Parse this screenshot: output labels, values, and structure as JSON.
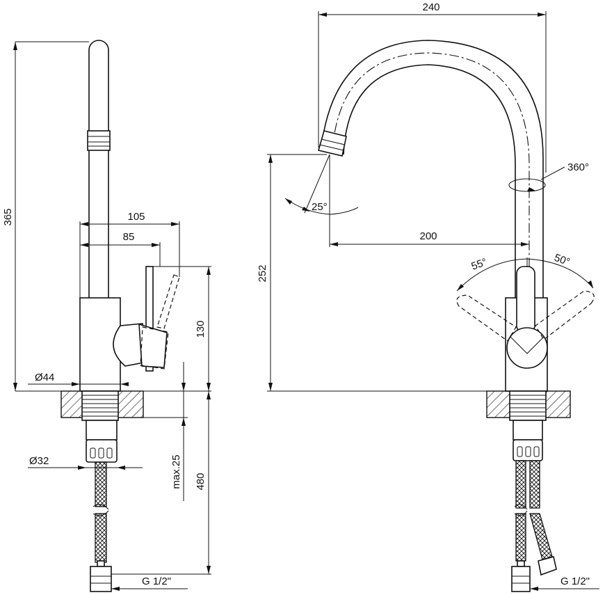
{
  "dimensions": {
    "height_total": "365",
    "spout_reach_side": "105",
    "handle_reach_side": "85",
    "body_height": "130",
    "base_diameter": "Ø44",
    "hose_diameter": "Ø32",
    "max_thickness": "max.25",
    "hose_length": "480",
    "thread_left": "G 1/2\"",
    "spout_width": "240",
    "spout_height": "252",
    "spout_reach_front": "200",
    "spout_tilt": "25°",
    "spout_rotation": "360°",
    "handle_left_angle": "55°",
    "handle_right_angle": "50°",
    "thread_right": "G 1/2\""
  }
}
